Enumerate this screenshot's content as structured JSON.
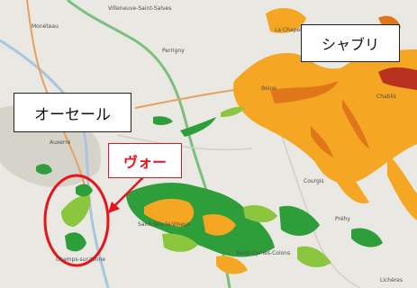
{
  "map": {
    "callouts": {
      "chablis": "シャブリ",
      "auxerre": "オーセール",
      "vaux": "ヴォー"
    },
    "towns": {
      "villeneuve": "Villeneuve-Saint-Salves",
      "monteau": "Monéteau",
      "perrigny": "Perrigny",
      "auxerre_city": "Auxerre",
      "chablis_city": "Chablis",
      "beine": "Beine",
      "courgis": "Courgis",
      "prehy": "Préhy",
      "chapelle": "La Chapelle-Vaupelteigne",
      "saint_bris": "Saint-Bris-le-Vineux",
      "champs": "Champs-sur-Yonne",
      "saint_cyr": "Saint-Cyr-les-Colons",
      "lichere": "Lichères"
    },
    "colors": {
      "background": "#e9e8e2",
      "orange_vineyard": "#f5a623",
      "dark_orange_vineyard": "#e0761a",
      "red_vineyard": "#b8321f",
      "green_vineyard": "#2e9e3a",
      "light_green_vineyard": "#8cc63f",
      "highlight_red": "#e8141b",
      "road_green": "#7dbf7d",
      "road_orange": "#e8a060",
      "river_blue": "#a9c6dd"
    }
  }
}
